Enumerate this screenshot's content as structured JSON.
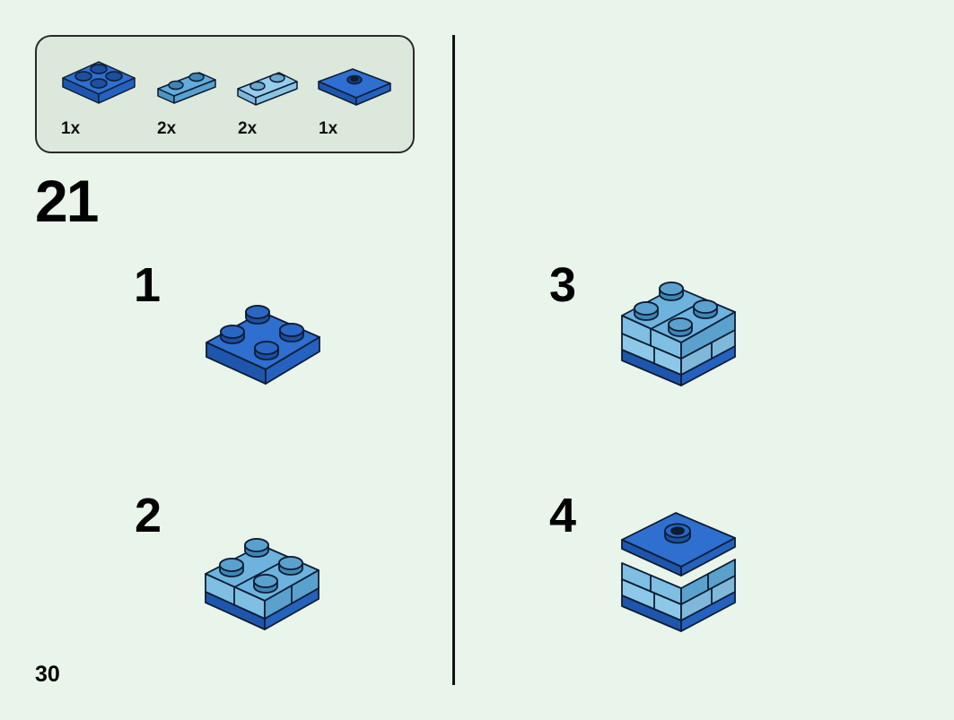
{
  "parts_list": [
    {
      "quantity": "1x",
      "icon": "dark-blue-2x2-plate-icon",
      "color": "#2a68c7"
    },
    {
      "quantity": "2x",
      "icon": "medium-azure-1x2-plate-icon",
      "color": "#5fa9d6"
    },
    {
      "quantity": "2x",
      "icon": "light-azure-1x2-plate-icon",
      "color": "#8ec8e8"
    },
    {
      "quantity": "1x",
      "icon": "blue-2x2-jumper-plate-icon",
      "color": "#2a68c7"
    }
  ],
  "step_number": "21",
  "substeps": [
    {
      "label": "1",
      "icon": "dark-blue-2x2-plate-model-icon"
    },
    {
      "label": "2",
      "icon": "two-layer-plate-stack-icon"
    },
    {
      "label": "3",
      "icon": "three-layer-plate-stack-icon"
    },
    {
      "label": "4",
      "icon": "completed-stack-with-jumper-icon"
    }
  ],
  "page_number": "30",
  "colors": {
    "background": "#e9f5ea",
    "parts_box": "#dde8dc",
    "dark_blue": "#2a68c7",
    "medium_azure": "#5fa9d6",
    "light_azure": "#8ec8e8",
    "outline": "#0d1d33"
  }
}
